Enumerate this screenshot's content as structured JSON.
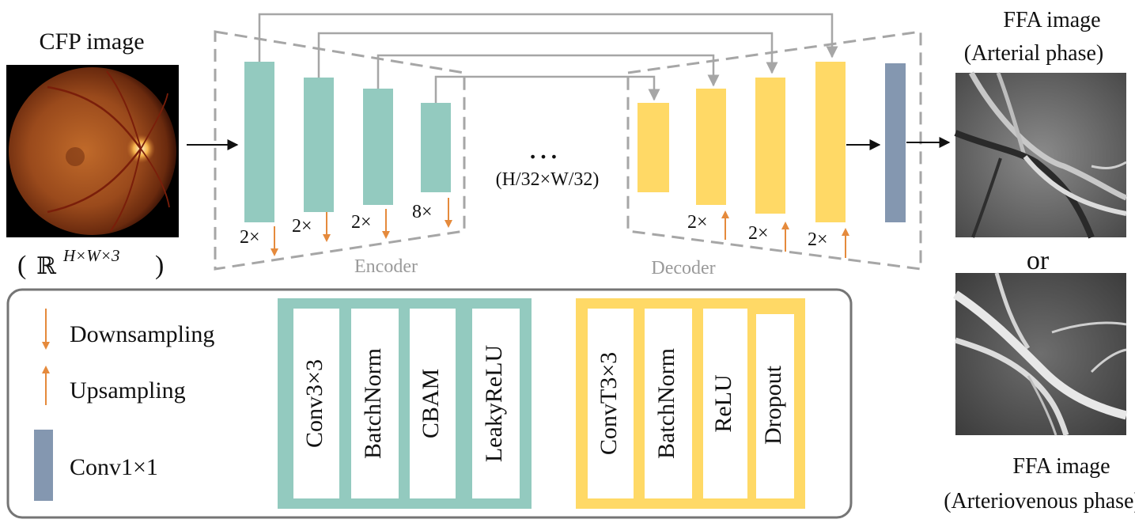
{
  "colors": {
    "encoder": "#93CABF",
    "decoder": "#FFD966",
    "conv1x1": "#8497B0",
    "arrow_orange": "#E58A3C",
    "dashed": "#A6A6A6",
    "skip": "#A6A6A6"
  },
  "input": {
    "title": "CFP image",
    "dims_open": "(",
    "dims_main": "ℝ",
    "dims_sup": "H×W×3",
    "dims_close": ")"
  },
  "encoder": {
    "label": "Encoder",
    "factors": [
      "2×",
      "2×",
      "2×",
      "8×"
    ]
  },
  "bottleneck": {
    "dots": "…",
    "size": "(H/32×W/32)"
  },
  "decoder": {
    "label": "Decoder",
    "factors": [
      "2×",
      "2×",
      "2×"
    ]
  },
  "outputs": {
    "arterial_title": "FFA image",
    "arterial_sub": "(Arterial phase)",
    "or": "or",
    "venous_title": "FFA image",
    "venous_sub": "(Arteriovenous phase)"
  },
  "legend": {
    "down": "Downsampling",
    "up": "Upsampling",
    "conv1x1": "Conv1×1",
    "encoder_block": [
      "Conv3×3",
      "BatchNorm",
      "CBAM",
      "LeakyReLU"
    ],
    "decoder_block": [
      "ConvT3×3",
      "BatchNorm",
      "ReLU",
      "Dropout"
    ]
  }
}
